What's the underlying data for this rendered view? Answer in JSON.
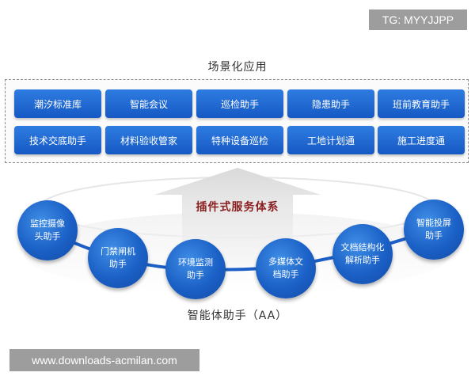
{
  "watermark": "TG: MYYJJPP",
  "top_title": "场景化应用",
  "scenarios": [
    [
      "潮汐标准库",
      "智能会议",
      "巡检助手",
      "隐患助手",
      "班前教育助手"
    ],
    [
      "技术交底助手",
      "材料验收管家",
      "特种设备巡检",
      "工地计划通",
      "施工进度通"
    ]
  ],
  "plugin_label": "插件式服务体系",
  "assistants": [
    [
      "监控摄像",
      "头助手"
    ],
    [
      "门禁闸机",
      "助手"
    ],
    [
      "环境监测",
      "助手"
    ],
    [
      "多媒体文",
      "档助手"
    ],
    [
      "文档结构化",
      "解析助手"
    ],
    [
      "智能投屏",
      "助手"
    ]
  ],
  "bottom_title": "智能体助手（AA）",
  "site": "www.downloads-acmilan.com",
  "colors": {
    "primary": "#1b60c6",
    "arrow_label": "#8a1e1e"
  }
}
